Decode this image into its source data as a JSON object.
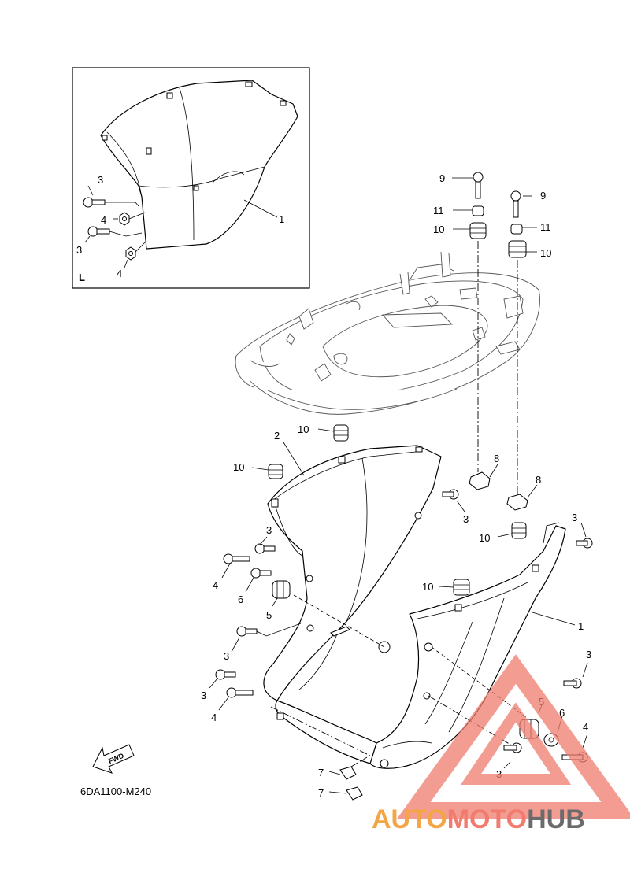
{
  "inset": {
    "corner_label": "L"
  },
  "callouts": {
    "c1_inset": "1",
    "c3_inset_a": "3",
    "c4_inset_a": "4",
    "c3_inset_b": "3",
    "c4_inset_b": "4",
    "c9_a": "9",
    "c11_a": "11",
    "c10_a": "10",
    "c9_b": "9",
    "c11_b": "11",
    "c10_b": "10",
    "c10_c": "10",
    "c2": "2",
    "c10_d": "10",
    "c8_a": "8",
    "c8_b": "8",
    "c3_a": "3",
    "c3_b": "3",
    "c3_c": "3",
    "c4_a": "4",
    "c6_a": "6",
    "c5_a": "5",
    "c10_e": "10",
    "c10_f": "10",
    "c1": "1",
    "c3_d": "3",
    "c3_e": "3",
    "c3_f": "3",
    "c4_b": "4",
    "c3_g": "3",
    "c5_b": "5",
    "c6_b": "6",
    "c4_c": "4",
    "c3_h": "3",
    "c7_a": "7",
    "c7_b": "7"
  },
  "fwd_label": "FWD",
  "diagram_code": "6DA1100-M240",
  "watermark": {
    "part1": "AUTO",
    "part2": "MOTO",
    "part3": "HUB"
  },
  "colors": {
    "watermark_red": "#f07b6e",
    "watermark_orange": "#f4a544",
    "watermark_gray": "#6b6b6b"
  }
}
